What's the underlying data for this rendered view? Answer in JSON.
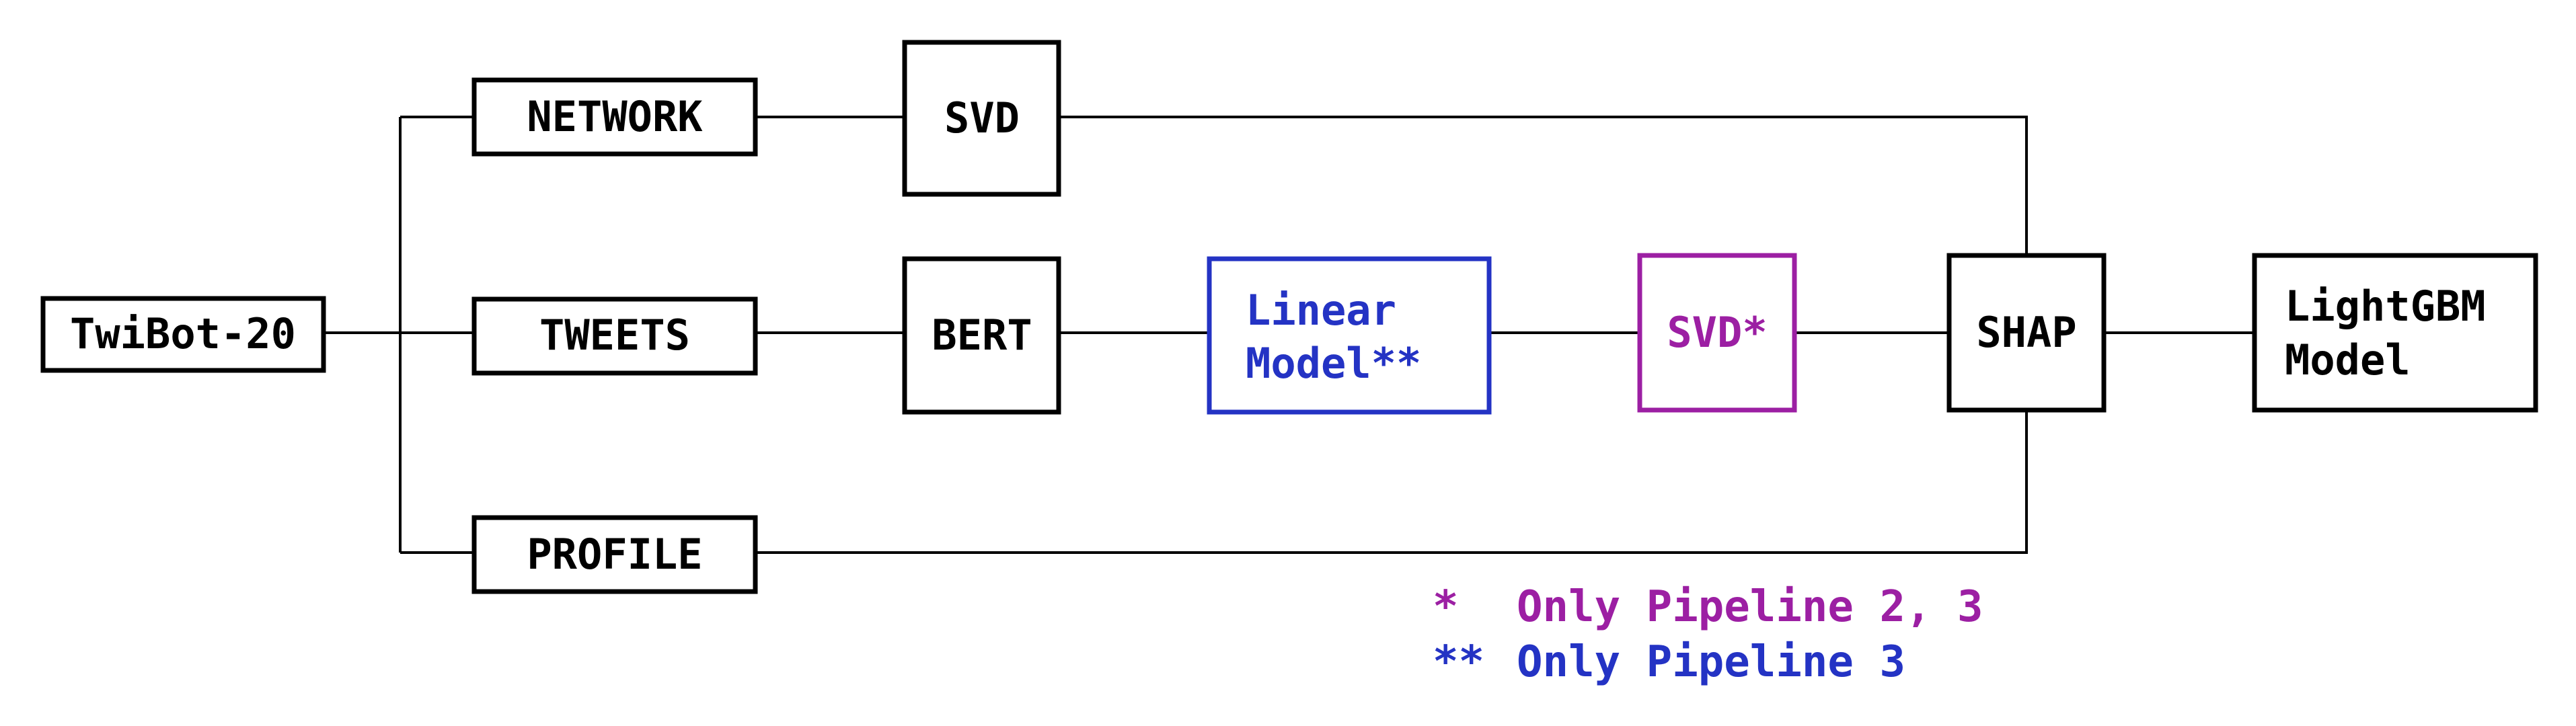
{
  "nodes": {
    "twibot": "TwiBot-20",
    "network": "NETWORK",
    "tweets": "TWEETS",
    "profile": "PROFILE",
    "svd": "SVD",
    "bert": "BERT",
    "linear_line1": "Linear",
    "linear_line2": "Model**",
    "svd_star": "SVD*",
    "shap": "SHAP",
    "lightgbm_line1": "LightGBM",
    "lightgbm_line2": "Model"
  },
  "legend": {
    "line1_marker": "*",
    "line1_text": "Only Pipeline 2, 3",
    "line2_marker": "**",
    "line2_text": "Only Pipeline 3"
  },
  "colors": {
    "outline": "#000000",
    "optional_pipeline_2_3": "#9c1fa3",
    "optional_pipeline_3": "#2433c4"
  }
}
